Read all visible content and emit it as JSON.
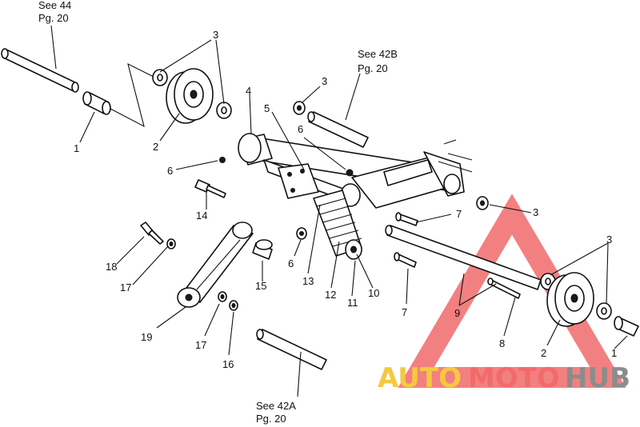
{
  "references": {
    "top_left": {
      "line1": "See 44",
      "line2": "Pg. 20"
    },
    "top_middle": {
      "line1": "See 42B",
      "line2": "Pg. 20"
    },
    "bottom": {
      "line1": "See 42A",
      "line2": "Pg. 20"
    }
  },
  "callouts": {
    "c3_top_left": "3",
    "c1_left": "1",
    "c2_left": "2",
    "c4": "4",
    "c3_top_mid": "3",
    "c5": "5",
    "c6_upper": "6",
    "c6_left": "6",
    "c14": "14",
    "c7_upper": "7",
    "c3_mid_right": "3",
    "c18": "18",
    "c17_upper": "17",
    "c15": "15",
    "c6_lower": "6",
    "c13": "13",
    "c12": "12",
    "c11": "11",
    "c10": "10",
    "c7_lower": "7",
    "c9": "9",
    "c3_right": "3",
    "c19": "19",
    "c17_lower": "17",
    "c16": "16",
    "c8": "8",
    "c2_right": "2",
    "c1_right": "1"
  },
  "watermark": {
    "part1": "AUTO",
    "part2": "MOTO",
    "part3": "HUB",
    "color_main": "#f26b6b",
    "color_yellow": "#f5c842",
    "color_gray": "#8c8c8c"
  }
}
